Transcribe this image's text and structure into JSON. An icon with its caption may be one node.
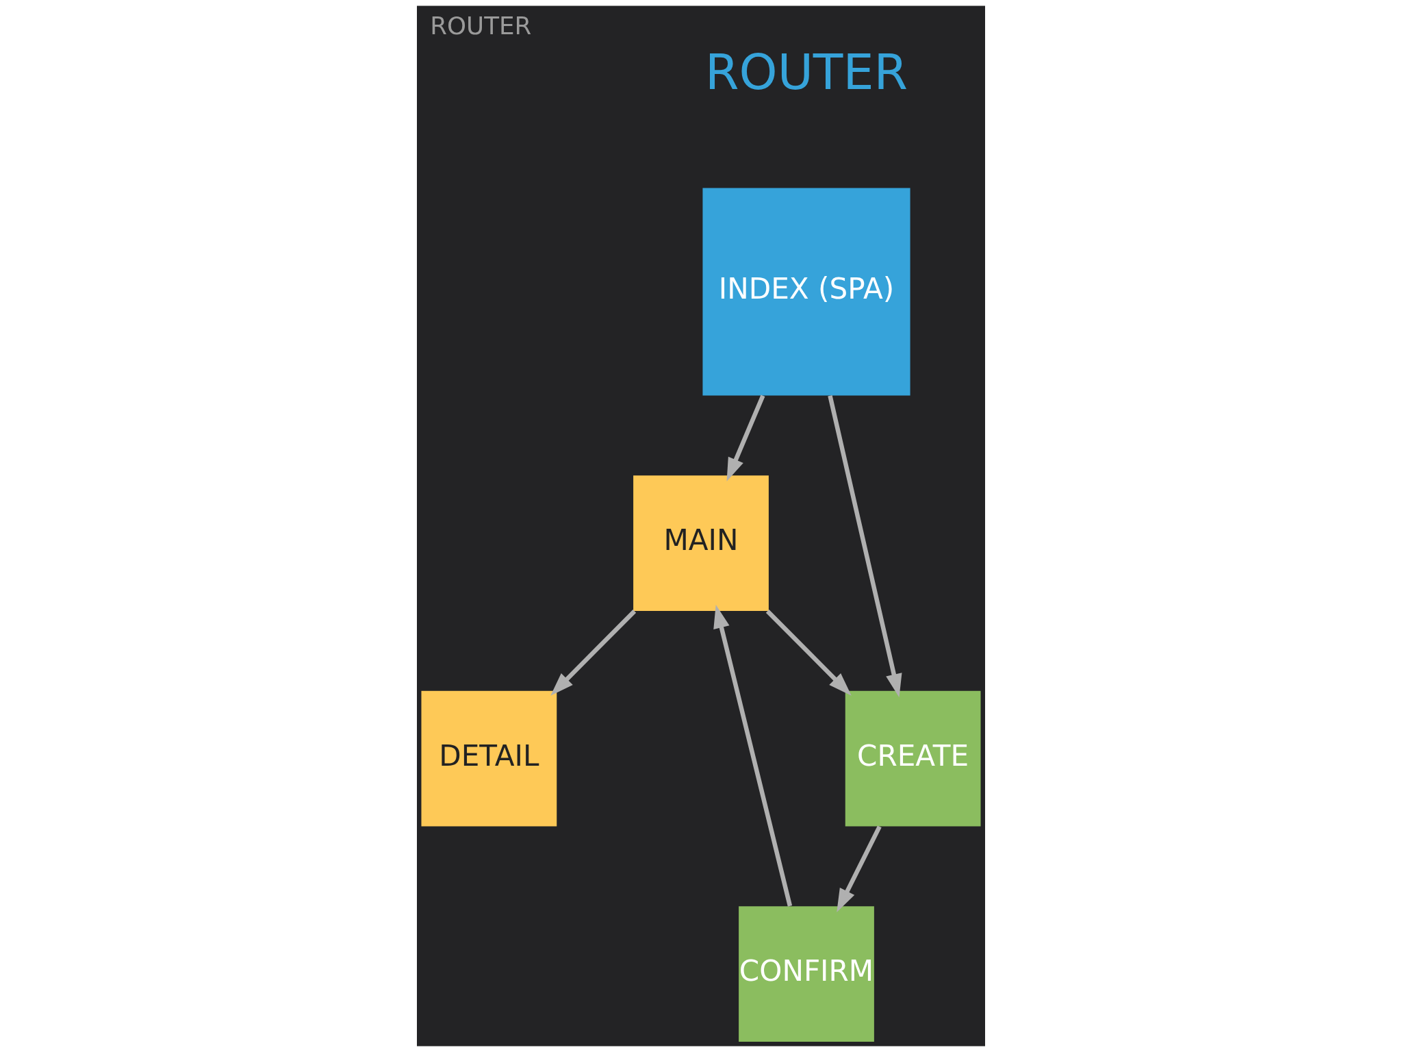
{
  "diagram": {
    "title": "ROUTER",
    "nodes": [
      {
        "text": [
          "INDEX (SPA)"
        ]
      },
      {
        "text": [
          "DETAIL"
        ]
      },
      {
        "text": [
          "MAIN"
        ]
      },
      {
        "text": [
          "CONFIRM"
        ]
      },
      {
        "text": [
          "CREATE"
        ]
      }
    ],
    "edges": [
      {
        "from": 0,
        "to": 2,
        "arrow": "to"
      },
      {
        "from": 0,
        "to": 4,
        "arrow": "to"
      },
      {
        "from": 2,
        "to": 1,
        "arrow": "to"
      },
      {
        "from": 3,
        "to": 2,
        "arrow": "to"
      },
      {
        "from": 2,
        "to": 4,
        "arrow": "to"
      },
      {
        "from": 4,
        "to": 3,
        "arrow": "to"
      }
    ],
    "labels": [
      "ROUTER"
    ]
  }
}
